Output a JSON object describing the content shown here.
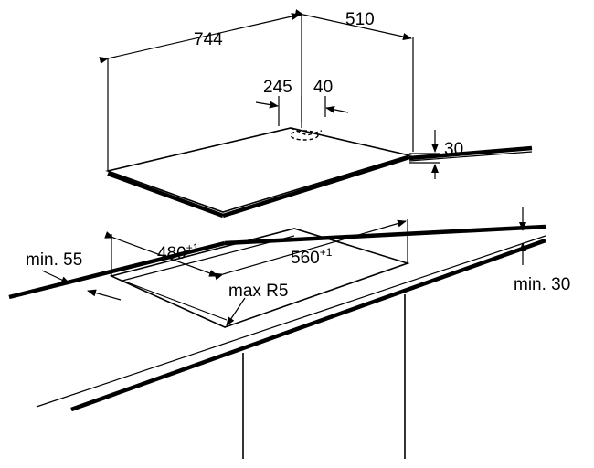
{
  "dimensions": {
    "width_744": "744",
    "depth_510": "510",
    "offset_245": "245",
    "offset_40": "40",
    "height_30": "30",
    "min_55": "min. 55",
    "cutout_480": "480",
    "cutout_480_tol": "+1",
    "cutout_560": "560",
    "cutout_560_tol": "+1",
    "radius": "max R5",
    "min_30": "min. 30"
  }
}
